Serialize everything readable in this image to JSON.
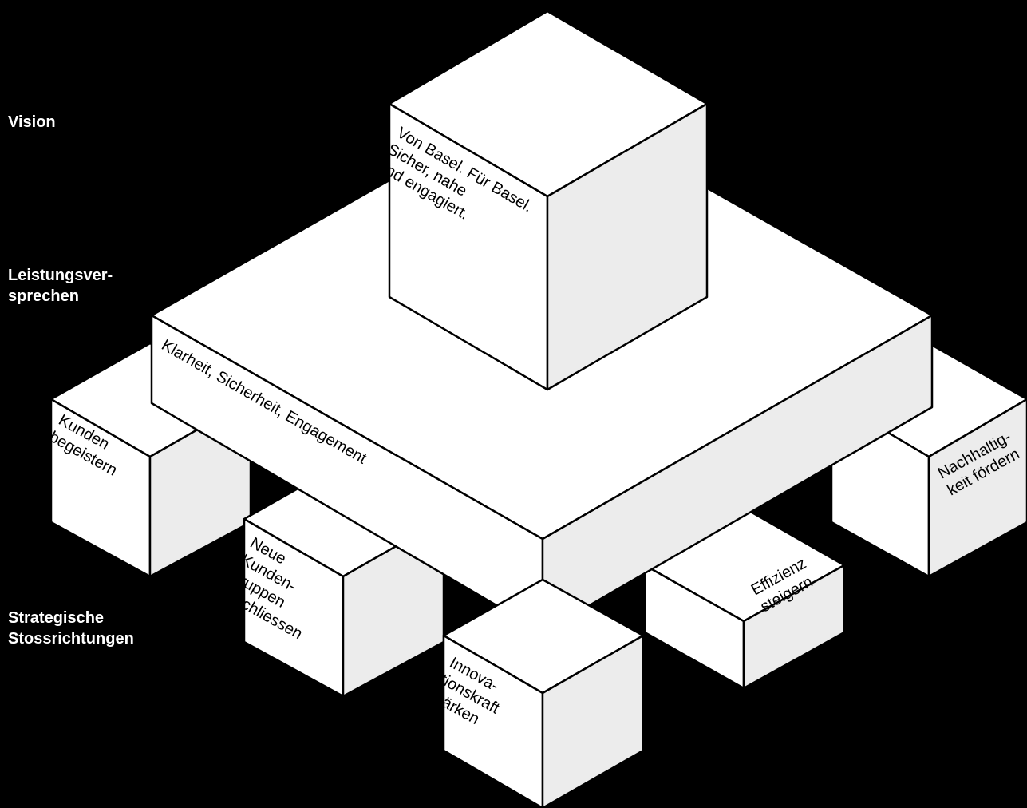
{
  "labels": {
    "vision": "Vision",
    "promise": [
      "Leistungsver-",
      "sprechen"
    ],
    "thrusts": [
      "Strategische",
      "Stossrichtungen"
    ]
  },
  "vision_cube": [
    "Von Basel. Für Basel.",
    "Sicher, nahe",
    "und engagiert."
  ],
  "platform_text": "Klarheit, Sicherheit, Engagement",
  "thrust_cubes": {
    "kunden": [
      "Kunden",
      "begeistern"
    ],
    "neue": [
      "Neue",
      "Kunden-",
      "gruppen",
      "erschliessen"
    ],
    "innovation": [
      "Innova-",
      "tionskraft",
      "stärken"
    ],
    "effizienz": [
      "Effizienz",
      "steigern"
    ],
    "nachhaltigkeit": [
      "Nachhaltig-",
      "keit fördern"
    ]
  }
}
